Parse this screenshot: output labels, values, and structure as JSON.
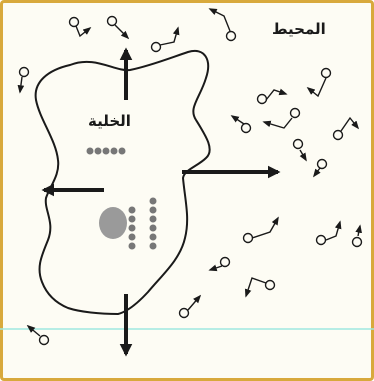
{
  "labels": {
    "cell": "الخلية",
    "environment": "المحيط"
  },
  "colors": {
    "frame_border": "#d8a93c",
    "background": "#fdfcf4",
    "ink": "#1a1a1a",
    "nucleus": "#9a9a9a",
    "dots": "#777777",
    "guide_line": "#9ee8e0"
  },
  "icons": {
    "molecule": "circle-with-arrow",
    "flow_arrow": "bold-arrow"
  }
}
